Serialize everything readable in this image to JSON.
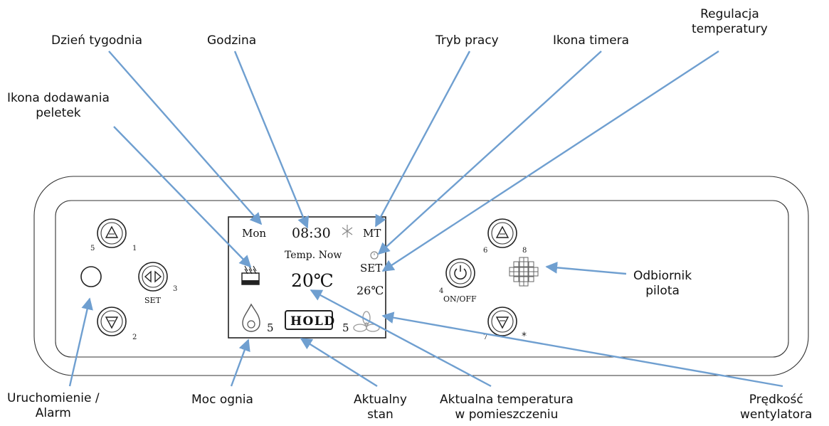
{
  "labels": {
    "day_of_week": "Dzień tygodnia",
    "hour": "Godzina",
    "work_mode": "Tryb pracy",
    "timer_icon": "Ikona timera",
    "temp_reg_line1": "Regulacja",
    "temp_reg_line2": "temperatury",
    "pellet_icon_line1": "Ikona dodawania",
    "pellet_icon_line2": "peletek",
    "remote_receiver_line1": "Odbiornik",
    "remote_receiver_line2": "pilota",
    "start_alarm_line1": "Uruchomienie /",
    "start_alarm_line2": "Alarm",
    "fire_power": "Moc ognia",
    "current_state_line1": "Aktualny",
    "current_state_line2": "stan",
    "current_temp_line1": "Aktualna temperatura",
    "current_temp_line2": "w pomieszczeniu",
    "fan_speed_line1": "Prędkość",
    "fan_speed_line2": "wentylatora"
  },
  "lcd": {
    "day": "Mon",
    "time": "08:30",
    "mode": "MT",
    "temp_now_label": "Temp. Now",
    "current_temp": "20℃",
    "set_label": "SET",
    "set_temp": "26℃",
    "fire_level": "5",
    "status": "HOLD",
    "fan_level": "5"
  },
  "panel": {
    "set_button_label": "SET",
    "power_button_label": "ON/OFF",
    "left_up_num_a": "5",
    "left_up_num_b": "1",
    "left_right_num": "3",
    "left_down_num": "2",
    "right_up_num_a": "6",
    "right_up_num_b": "8",
    "power_num": "4",
    "right_down_num": "7"
  },
  "colors": {
    "arrow": "#6f9fd0"
  }
}
